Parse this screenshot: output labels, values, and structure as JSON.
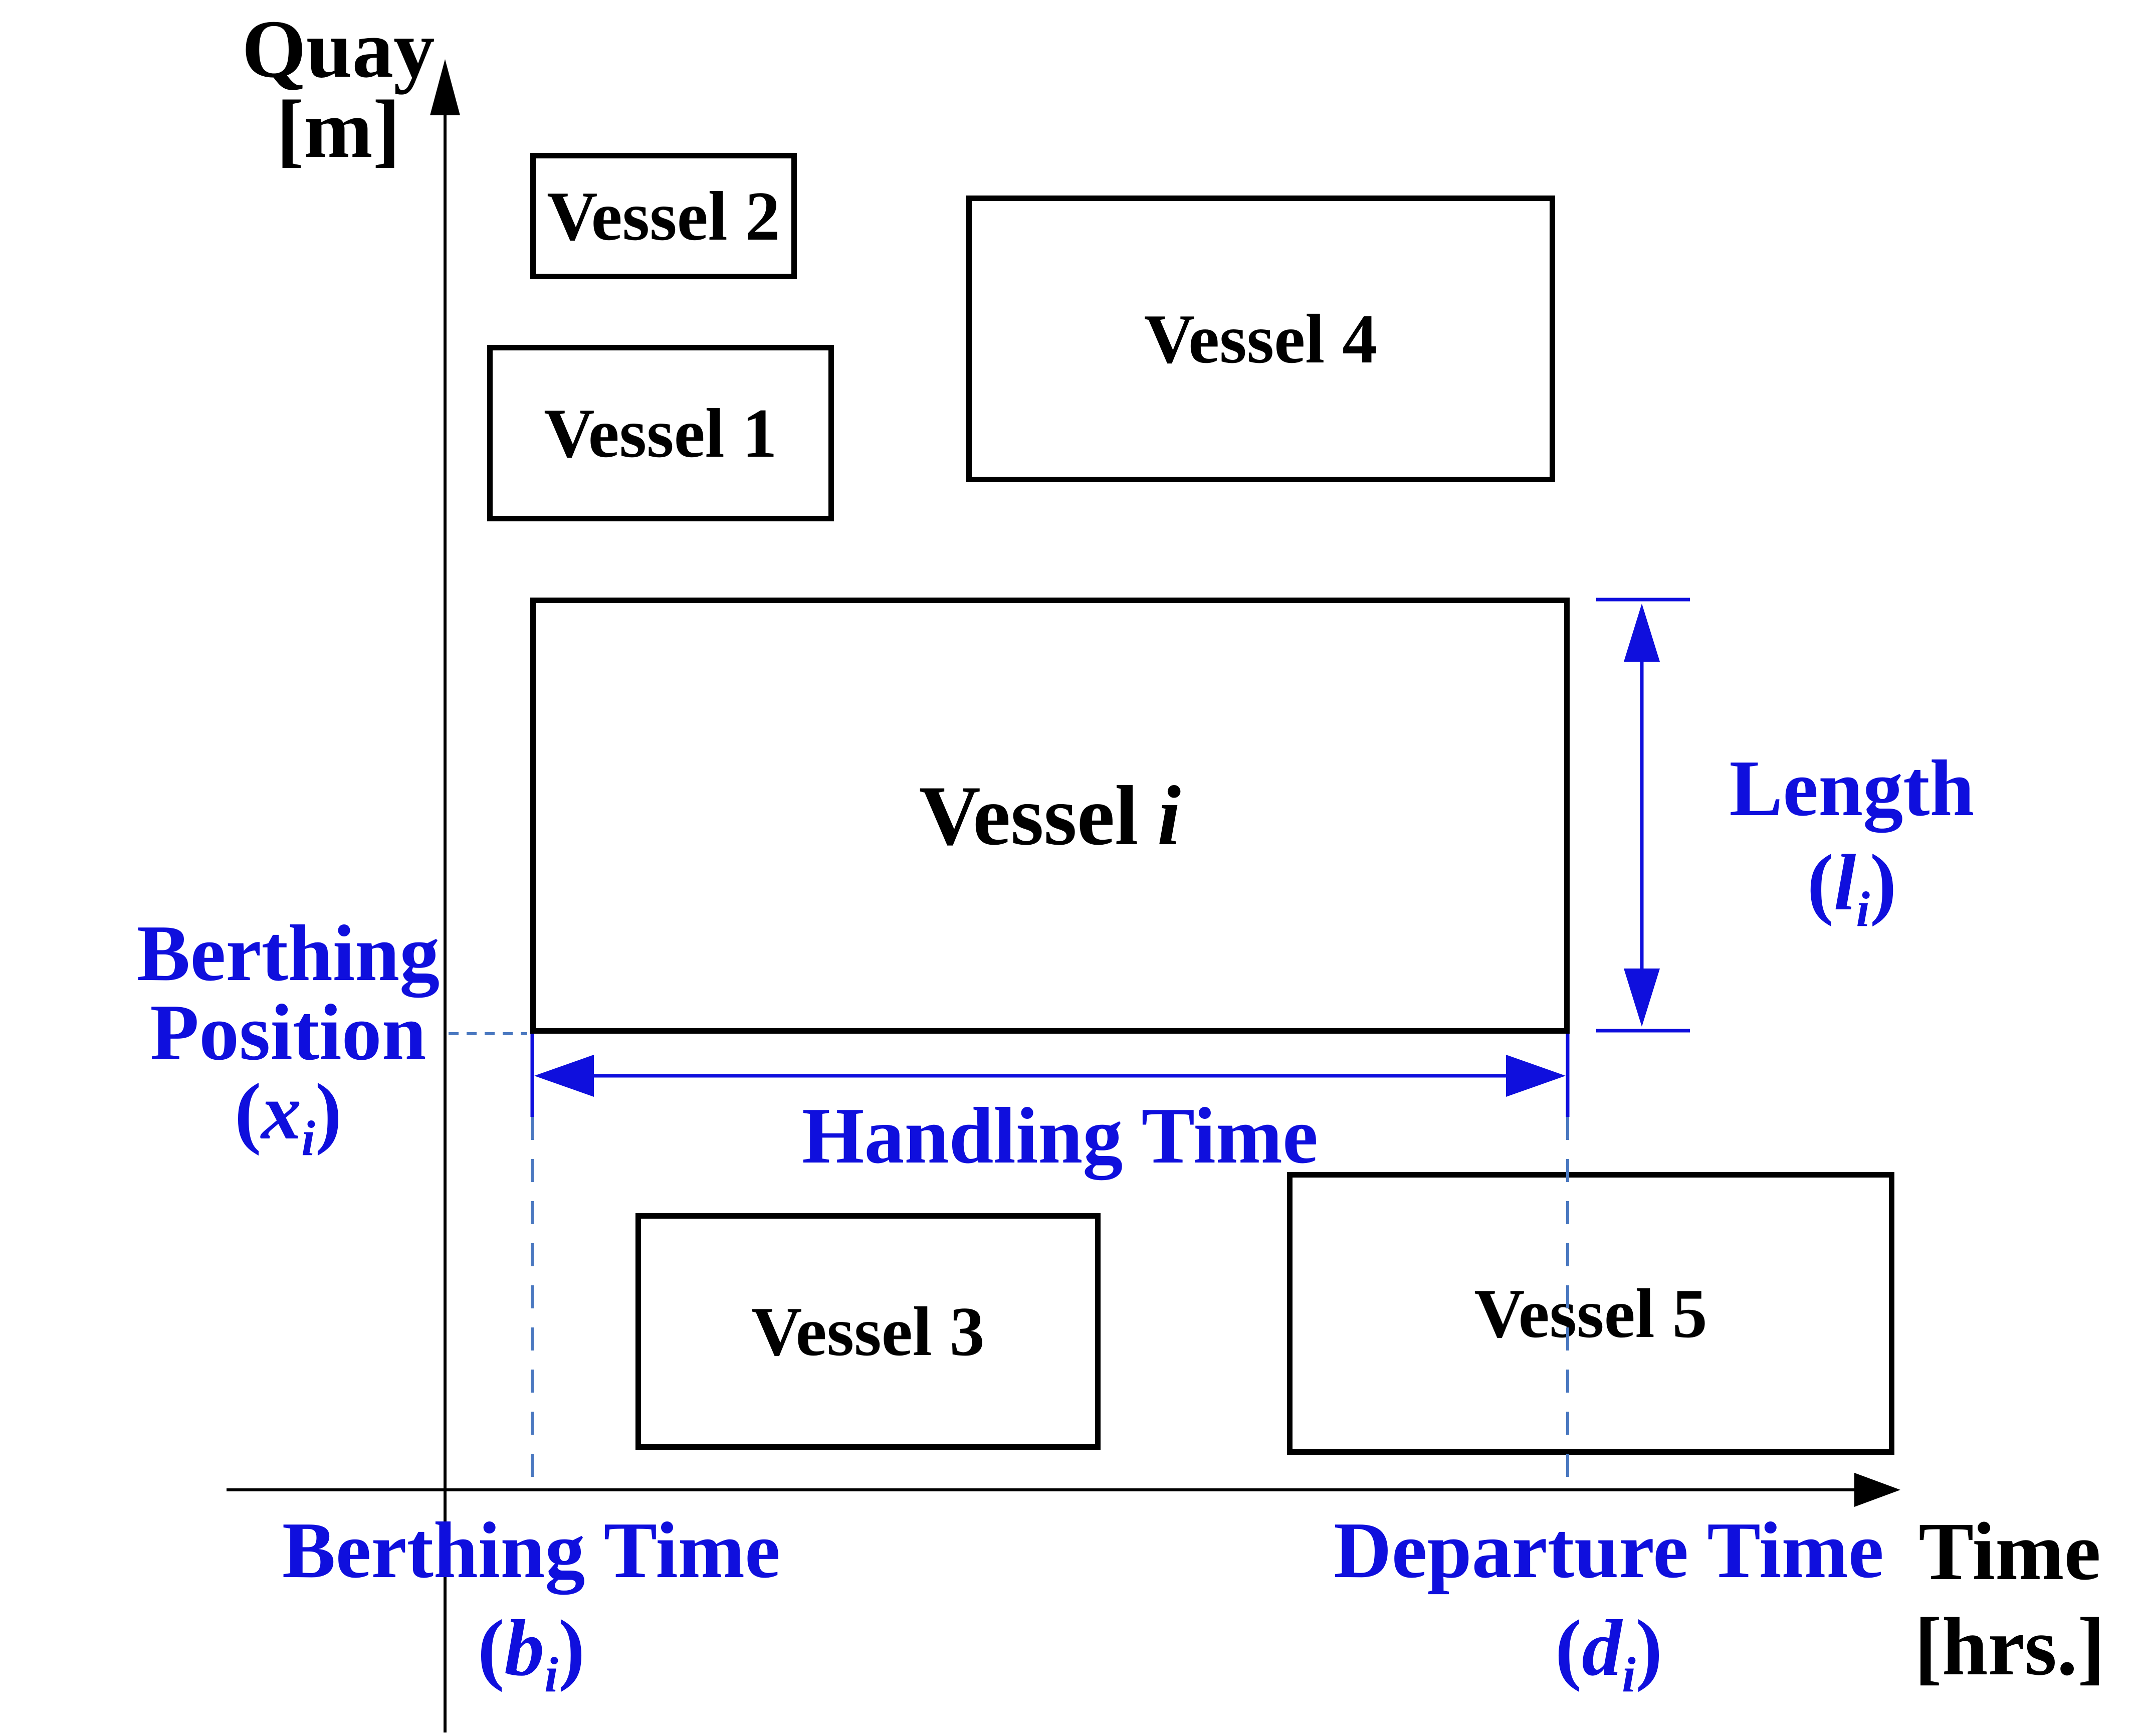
{
  "colors": {
    "annotation_blue": "#0f0fdd",
    "dashed_blue": "#4a78c0",
    "ink": "#000000",
    "background": "#ffffff"
  },
  "y_axis": {
    "title_line1": "Quay",
    "title_line2": "[m]"
  },
  "x_axis": {
    "title_line1": "Time",
    "title_line2": "[hrs.]"
  },
  "vessels": [
    {
      "label": "Vessel 1"
    },
    {
      "label": "Vessel 2"
    },
    {
      "label": "Vessel 3"
    },
    {
      "label": "Vessel 4"
    },
    {
      "label": "Vessel 5"
    }
  ],
  "vessel_i": {
    "prefix": "Vessel",
    "variable": "i"
  },
  "annotations": {
    "berthing_position": {
      "line1": "Berthing",
      "line2": "Position",
      "paren_open": "(",
      "variable": "x",
      "subscript": "i",
      "paren_close": ")"
    },
    "berthing_time": {
      "label": "Berthing Time",
      "paren_open": "(",
      "variable": "b",
      "subscript": "i",
      "paren_close": ")"
    },
    "departure_time": {
      "label": "Departure Time",
      "paren_open": "(",
      "variable": "d",
      "subscript": "i",
      "paren_close": ")"
    },
    "handling_time": {
      "label": "Handling Time"
    },
    "length": {
      "label": "Length",
      "paren_open": "(",
      "variable": "l",
      "subscript": "i",
      "paren_close": ")"
    }
  }
}
